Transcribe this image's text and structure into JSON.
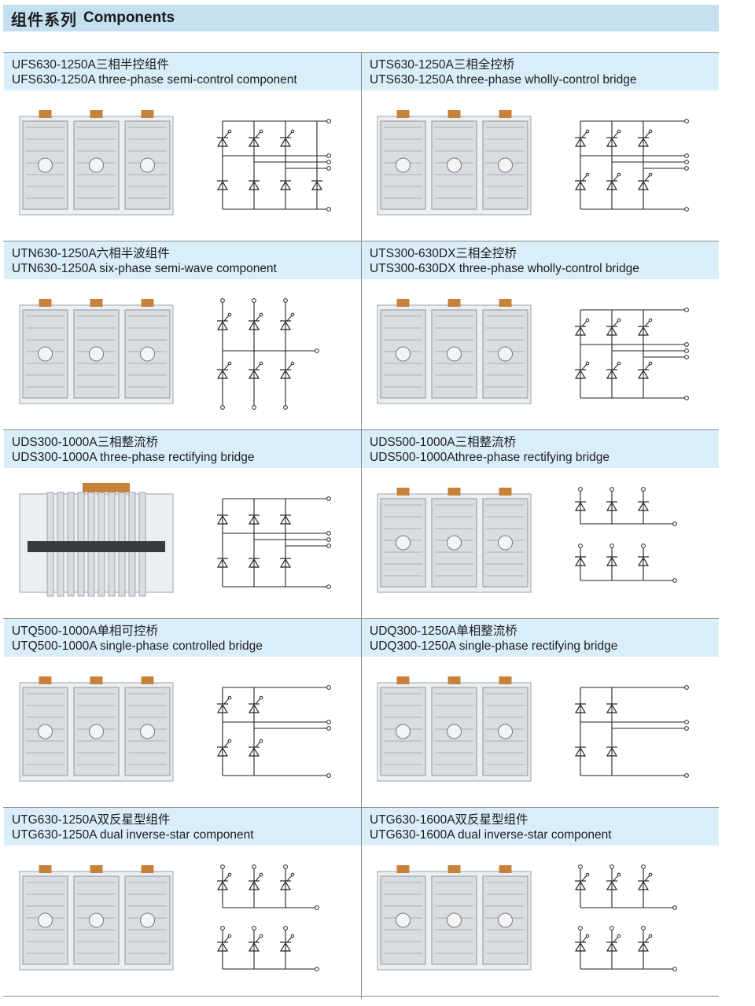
{
  "header": {
    "title_zh": "组件系列",
    "title_en": "Components"
  },
  "components": [
    {
      "name_zh": "UFS630-1250A三相半控组件",
      "name_en": "UFS630-1250A three-phase semi-control component",
      "diagram": "semi3"
    },
    {
      "name_zh": "UTS630-1250A三相全控桥",
      "name_en": "UTS630-1250A three-phase wholly-control bridge",
      "diagram": "full3"
    },
    {
      "name_zh": "UTN630-1250A六相半波组件",
      "name_en": "UTN630-1250A six-phase semi-wave component",
      "diagram": "six"
    },
    {
      "name_zh": "UTS300-630DX三相全控桥",
      "name_en": "UTS300-630DX three-phase wholly-control bridge",
      "diagram": "full3"
    },
    {
      "name_zh": "UDS300-1000A三相整流桥",
      "name_en": "UDS300-1000A three-phase rectifying bridge",
      "diagram": "rect3"
    },
    {
      "name_zh": "UDS500-1000A三相整流桥",
      "name_en": "UDS500-1000Athree-phase rectifying bridge",
      "diagram": "rect3split"
    },
    {
      "name_zh": "UTQ500-1000A单相可控桥",
      "name_en": "UTQ500-1000A single-phase controlled bridge",
      "diagram": "single_ctrl"
    },
    {
      "name_zh": "UDQ300-1250A单相整流桥",
      "name_en": "UDQ300-1250A single-phase rectifying bridge",
      "diagram": "single_rect"
    },
    {
      "name_zh": "UTG630-1250A双反星型组件",
      "name_en": "UTG630-1250A dual inverse-star component",
      "diagram": "dualstar"
    },
    {
      "name_zh": "UTG630-1600A双反星型组件",
      "name_en": "UTG630-1600A dual inverse-star component",
      "diagram": "dualstar"
    }
  ],
  "colors": {
    "header_bg": "#c3dff0",
    "title_bg": "#daeefa",
    "divider": "#8a8a8a",
    "heatsink": "#d9dde2",
    "copper": "#c7823a"
  },
  "icons": {
    "photo": "rectifier-assembly-photo",
    "schematic": "circuit-schematic-icon"
  }
}
